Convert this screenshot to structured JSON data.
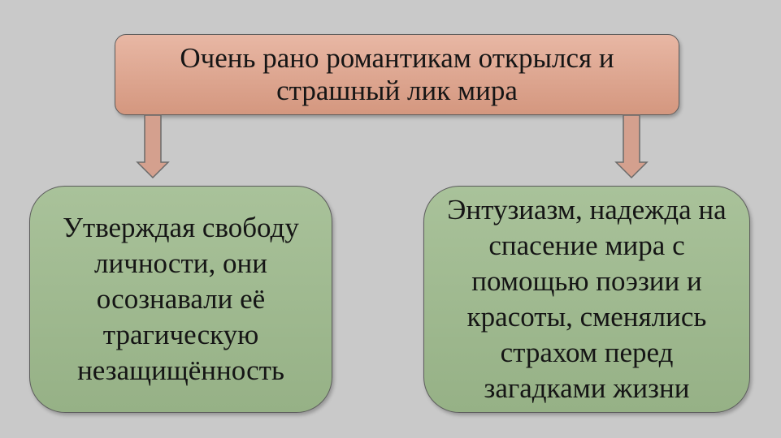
{
  "diagram": {
    "top": {
      "text": "Очень рано романтикам открылся и\nстрашный лик мира"
    },
    "left": {
      "text": "Утверждая свободу\nличности, они\nосознавали её\nтрагическую\nнезащищённость"
    },
    "right": {
      "text": "Энтузиазм, надежда на\nспасение мира с\nпомощью поэзии и\nкрасоты, сменялись\nстрахом перед\nзагадками жизни"
    },
    "colors": {
      "top_fill": "#dba38d",
      "side_fill": "#9fb990",
      "arrow_fill": "#d4a08e",
      "background": "#c9c9c9"
    }
  }
}
